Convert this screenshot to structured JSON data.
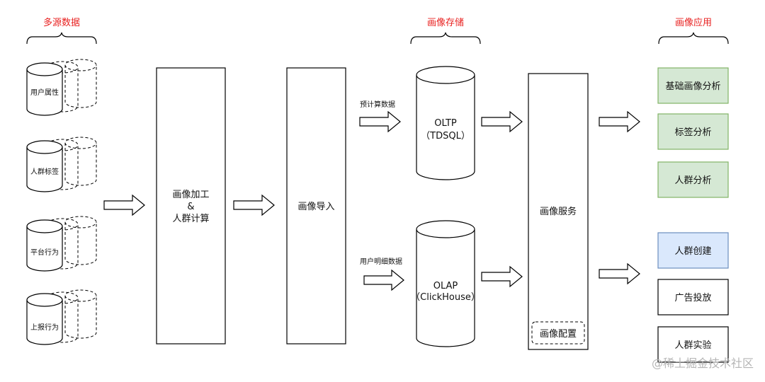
{
  "headers": {
    "sources": "多源数据",
    "storage": "画像存储",
    "apps": "画像应用"
  },
  "sources": [
    "用户属性",
    "人群标签",
    "平台行为",
    "上报行为"
  ],
  "process": {
    "line1": "画像加工",
    "line2": "&",
    "line3": "人群计算"
  },
  "import_label": "画像导入",
  "storage": {
    "oltp": {
      "name": "OLTP",
      "engine": "（TDSQL）",
      "input_label": "预计算数据"
    },
    "olap": {
      "name": "OLAP",
      "engine": "（ClickHouse）",
      "input_label": "用户明细数据"
    }
  },
  "service": {
    "label": "画像服务",
    "config_label": "画像配置"
  },
  "apps": [
    {
      "label": "基础画像分析",
      "fill": "#d5e8d4",
      "stroke": "#82b366"
    },
    {
      "label": "标签分析",
      "fill": "#d5e8d4",
      "stroke": "#82b366"
    },
    {
      "label": "人群分析",
      "fill": "#d5e8d4",
      "stroke": "#82b366"
    },
    {
      "label": "人群创建",
      "fill": "#dae8fc",
      "stroke": "#6c8ebf"
    },
    {
      "label": "广告投放",
      "fill": "#ffffff",
      "stroke": "#000000"
    },
    {
      "label": "人群实验",
      "fill": "#ffffff",
      "stroke": "#000000"
    }
  ],
  "watermark": "@稀土掘金技术社区",
  "colors": {
    "header": "#e8201f",
    "stroke": "#000000",
    "watermark": "#b5b5b5"
  }
}
